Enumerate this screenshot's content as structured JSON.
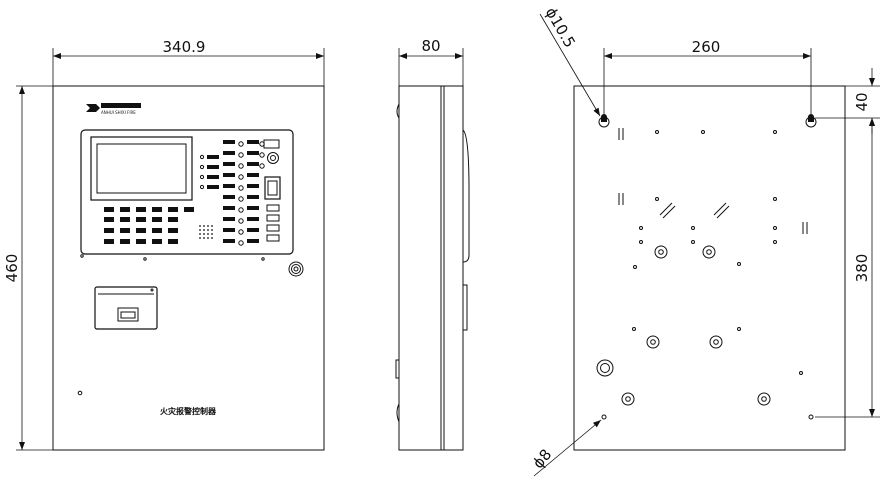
{
  "front_view": {
    "width_dim": "340.9",
    "height_dim": "460",
    "panel_label": "火灾报警控制器",
    "logo_text": "ANHUI SHIXI FIRE"
  },
  "side_view": {
    "depth_dim": "80"
  },
  "back_view": {
    "hole_spacing_dim": "260",
    "hole_top_offset_dim": "40",
    "vertical_spacing_dim": "380",
    "top_hole_dia": "ϕ10.5",
    "bottom_hole_dia": "ϕ8"
  }
}
